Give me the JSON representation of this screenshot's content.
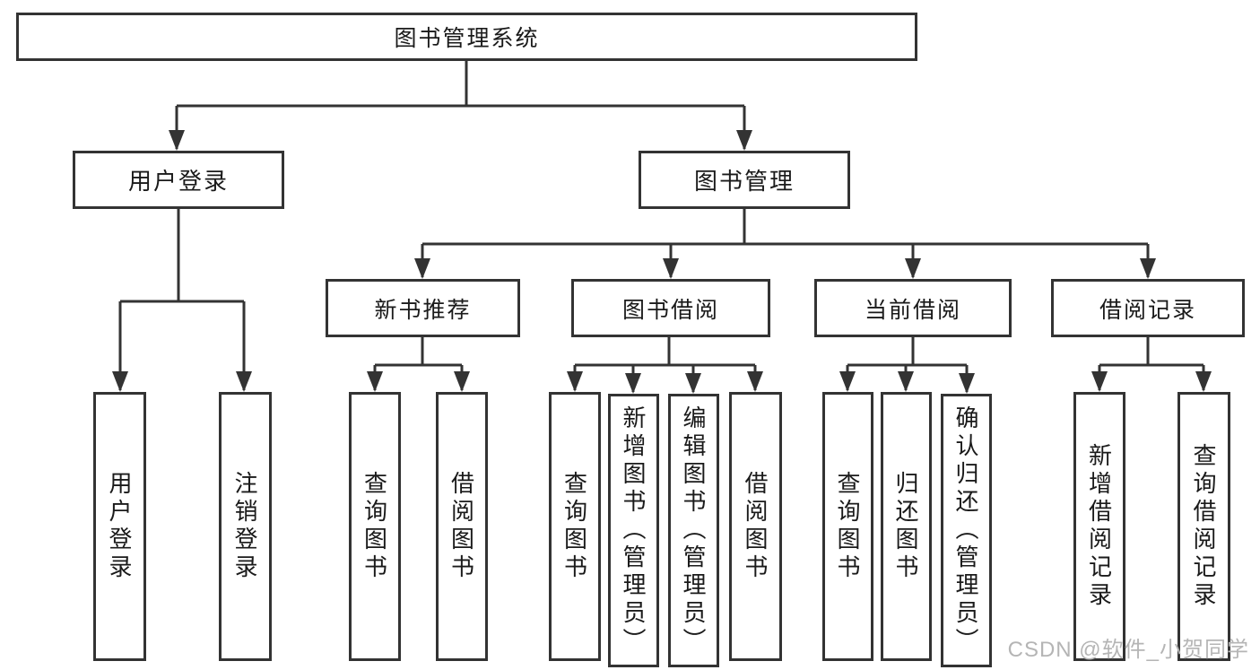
{
  "tree": {
    "root": {
      "label": "图书管理系统"
    },
    "branches": [
      {
        "label": "用户登录",
        "children": [
          {
            "label": "用户登录"
          },
          {
            "label": "注销登录"
          }
        ]
      },
      {
        "label": "图书管理",
        "children": [
          {
            "label": "新书推荐",
            "children": [
              {
                "label": "查询图书"
              },
              {
                "label": "借阅图书"
              }
            ]
          },
          {
            "label": "图书借阅",
            "children": [
              {
                "label": "查询图书"
              },
              {
                "label": "新增图书（管理员）"
              },
              {
                "label": "编辑图书（管理员）"
              },
              {
                "label": "借阅图书"
              }
            ]
          },
          {
            "label": "当前借阅",
            "children": [
              {
                "label": "查询图书"
              },
              {
                "label": "归还图书"
              },
              {
                "label": "确认归还（管理员）"
              }
            ]
          },
          {
            "label": "借阅记录",
            "children": [
              {
                "label": "新增借阅记录"
              },
              {
                "label": "查询借阅记录"
              }
            ]
          }
        ]
      }
    ]
  },
  "watermark": {
    "label": "CSDN @软件_小贺同学"
  },
  "colors": {
    "line": "#333333",
    "text": "#1a1a1a",
    "background": "#ffffff",
    "watermark": "#b5b5b5"
  }
}
